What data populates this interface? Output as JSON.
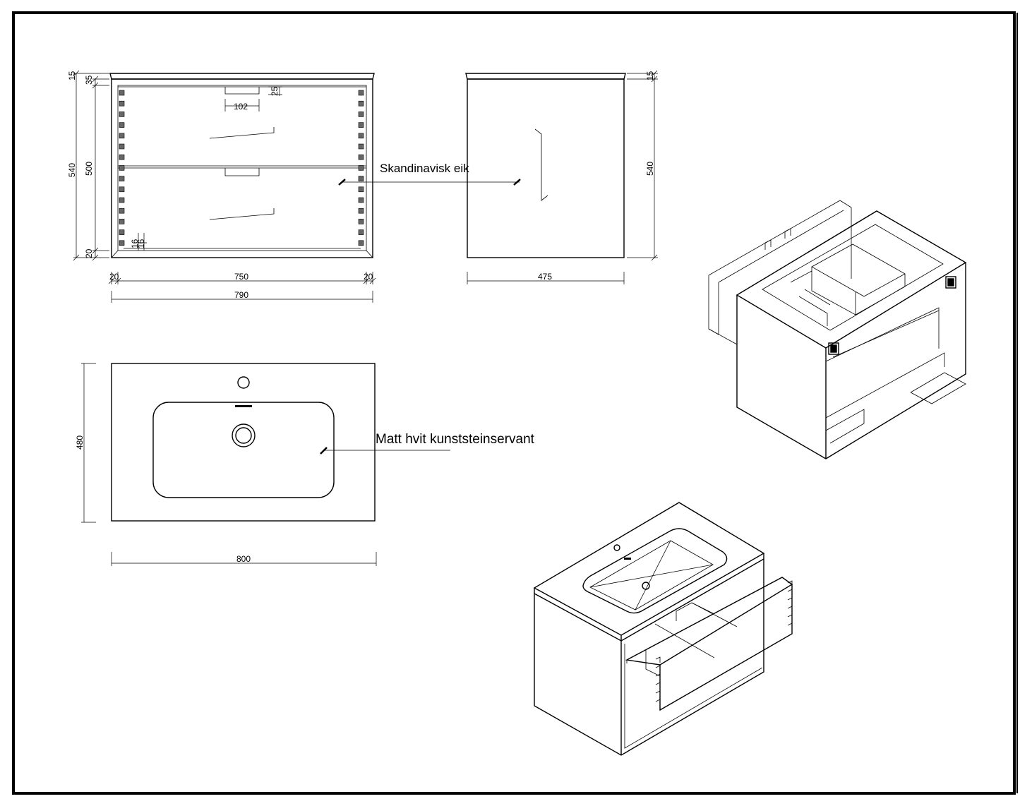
{
  "front_view": {
    "dims": {
      "top_15": "15",
      "top_35": "35",
      "overall_height": "540",
      "inner_height": "500",
      "bottom_20": "20",
      "handle_depth": "25",
      "handle_width": "102",
      "gap_16a": "16",
      "gap_16b": "16",
      "side_left_20": "20",
      "inner_width": "750",
      "side_right_20": "20",
      "overall_width": "790"
    }
  },
  "side_view": {
    "dims": {
      "top_15": "15",
      "height": "540",
      "depth": "475"
    },
    "material_label": "Skandinavisk eik"
  },
  "top_view": {
    "dims": {
      "depth": "480",
      "width": "800"
    },
    "material_label": "Matt hvit kunststeinservant"
  }
}
